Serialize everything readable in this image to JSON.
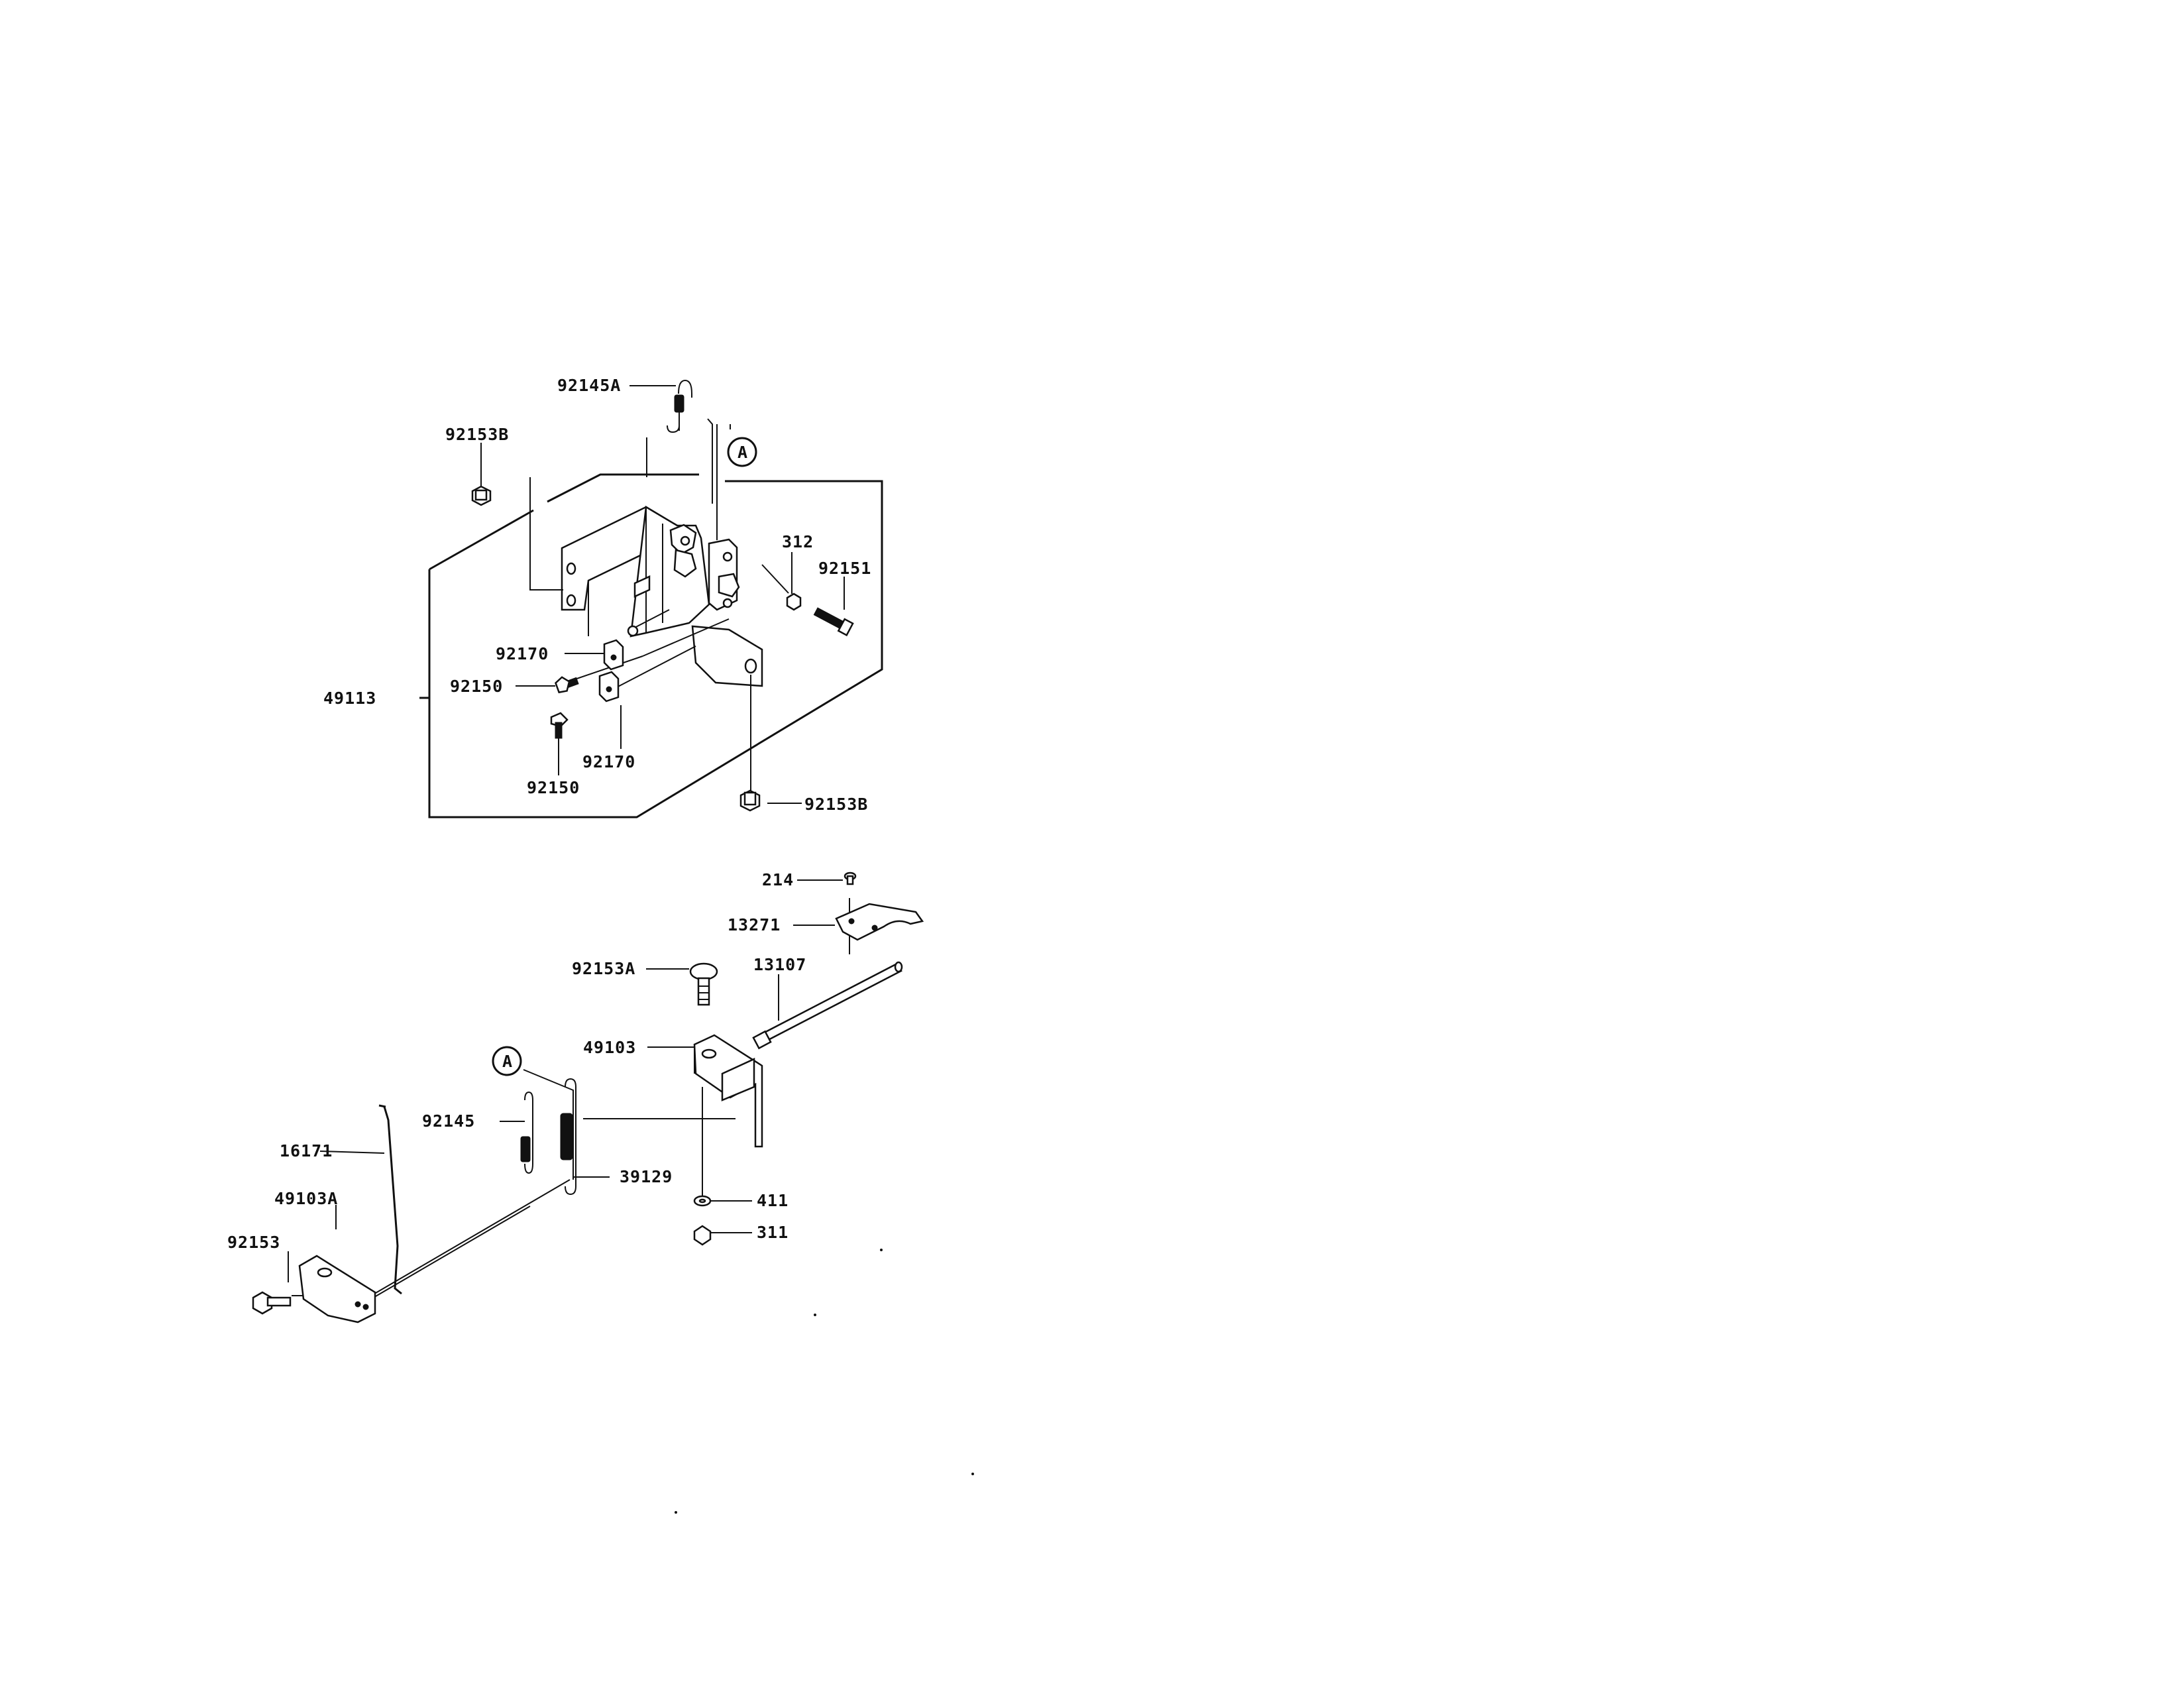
{
  "labels": {
    "l92145A": "92145A",
    "l92153B_top": "92153B",
    "lA_top": "A",
    "l312": "312",
    "l92151": "92151",
    "l92170_a": "92170",
    "l92150_a": "92150",
    "l49113": "49113",
    "l92170_b": "92170",
    "l92150_b": "92150",
    "l92153B_bot": "92153B",
    "l214": "214",
    "l13271": "13271",
    "l92153A": "92153A",
    "l13107": "13107",
    "l49103": "49103",
    "lA_bot": "A",
    "l92145": "92145",
    "l16171": "16171",
    "l39129": "39129",
    "l49103A": "49103A",
    "l411": "411",
    "l311": "311",
    "l92153": "92153"
  }
}
